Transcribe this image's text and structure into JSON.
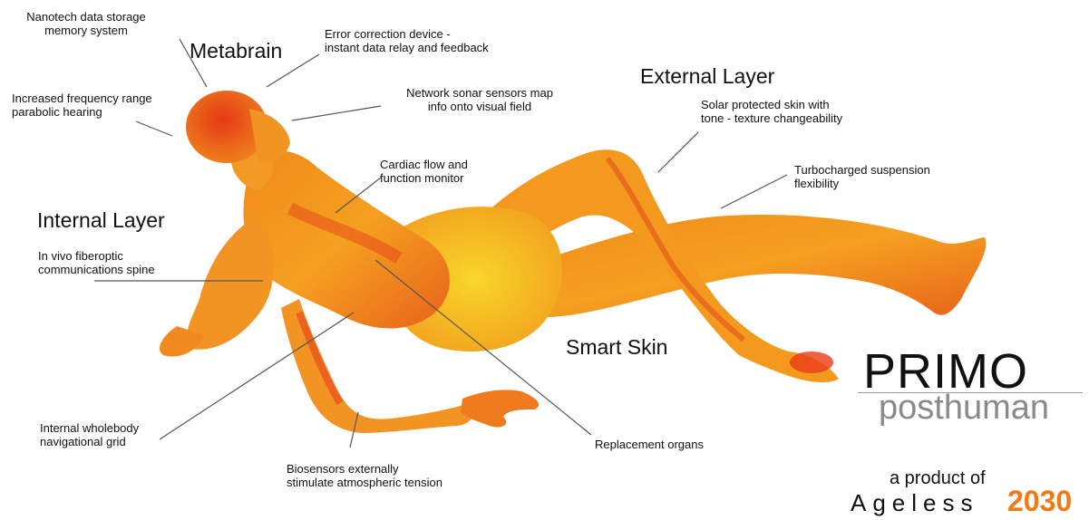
{
  "headings": {
    "metabrain": "Metabrain",
    "external_layer": "External Layer",
    "internal_layer": "Internal Layer",
    "smart_skin": "Smart Skin"
  },
  "callouts": {
    "nanotech": "Nanotech data storage\nmemory system",
    "error_correction": "Error correction device -\ninstant data relay and feedback",
    "frequency": "Increased frequency range\nparabolic hearing",
    "sonar": "Network sonar sensors map\ninfo onto visual field",
    "solar": "Solar protected skin with\ntone - texture changeability",
    "cardiac": "Cardiac flow and\nfunction monitor",
    "suspension": "Turbocharged suspension\nflexibility",
    "fiberoptic": "In vivo fiberoptic\ncommunications spine",
    "wholebody": "Internal wholebody\nnavigational grid",
    "biosensors": "Biosensors externally\nstimulate atmospheric tension",
    "replacement": "Replacement organs"
  },
  "brand": {
    "primo": "PRIMO",
    "posthuman": "posthuman",
    "product_of": "a product of",
    "ageless": "Ageless",
    "year": "2030"
  },
  "colors": {
    "body_base": "#f5a020",
    "body_hot": "#e83a14",
    "body_warm": "#f7c51c",
    "accent_orange": "#f07a14",
    "brand_grey": "#8a8a8a"
  }
}
